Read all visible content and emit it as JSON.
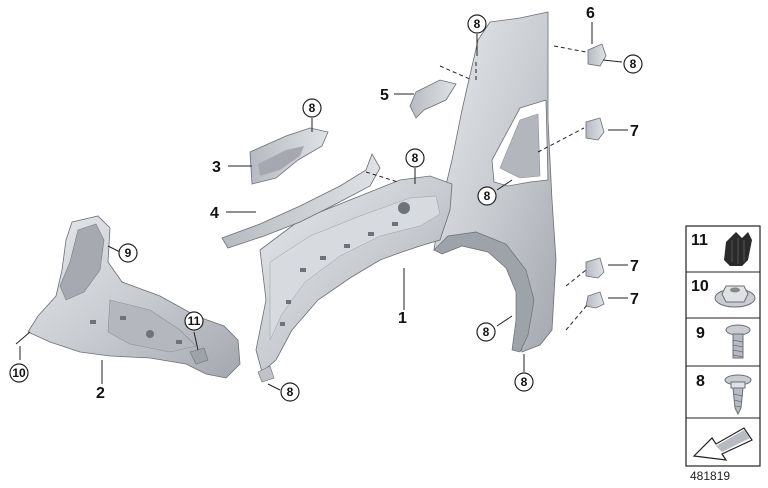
{
  "diagram": {
    "reference_number": "481819",
    "callouts": {
      "fender": "1",
      "wheelhouse_front": "2",
      "bracket_3": "3",
      "support_4": "4",
      "bracket_5": "5",
      "bracket_6": "6",
      "bracket_7a": "7",
      "bracket_7b": "7",
      "bracket_7c": "7",
      "screw_8_top": "8",
      "screw_8_right_top": "8",
      "screw_8_bracket3": "8",
      "screw_8_mid": "8",
      "screw_8_wheelarch": "8",
      "screw_8_lower": "8",
      "screw_8_bottom": "8",
      "screw_8_bottom_right": "8",
      "bolt_9": "9",
      "nut_10": "10",
      "grommet_11": "11"
    },
    "legend": {
      "items": [
        {
          "number": "11",
          "part_icon": "grommet-icon"
        },
        {
          "number": "10",
          "part_icon": "hex-nut-icon"
        },
        {
          "number": "9",
          "part_icon": "bolt-icon"
        },
        {
          "number": "8",
          "part_icon": "screw-icon"
        }
      ],
      "footer_icon": "arrow-icon"
    },
    "colors": {
      "part_fill": "#c9ccd1",
      "part_shadow": "#9da1a8",
      "part_light": "#e4e6e9",
      "line": "#222222"
    }
  }
}
